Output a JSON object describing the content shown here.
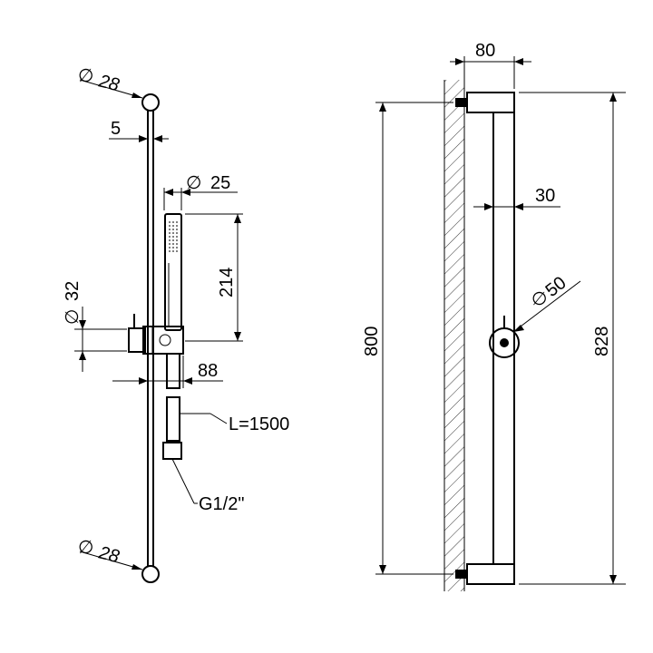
{
  "drawing": {
    "left_view": {
      "top_bracket_dia": "28",
      "bottom_bracket_dia": "28",
      "bar_thickness": "5",
      "handset_dia": "25",
      "handset_length": "214",
      "holder_dia": "32",
      "holder_projection": "88",
      "hose_length": "L=1500",
      "connection": "G1/2\""
    },
    "right_view": {
      "depth": "80",
      "bar_width": "30",
      "holder_dia": "50",
      "bracket_spacing": "800",
      "overall_length": "828"
    },
    "symbols": {
      "diameter": "∅"
    }
  }
}
